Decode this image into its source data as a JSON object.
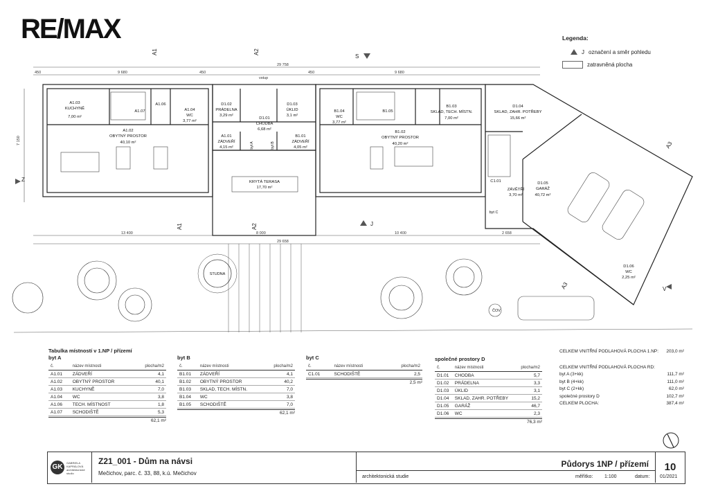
{
  "brand": {
    "logo": "RE/MAX"
  },
  "legend": {
    "title": "Legenda:",
    "items": [
      {
        "symbol": "J",
        "text": "označení a směr pohledu"
      },
      {
        "symbol": "",
        "text": "zatravněná plocha"
      }
    ]
  },
  "plan": {
    "dims": {
      "total_top": "29 758",
      "left_top": "9 680",
      "stub_top": "450",
      "right_top": "9 680",
      "left_small": "450",
      "mid_small": "450",
      "height": "7 150",
      "bottom_left": "13 400",
      "bottom_mid": "8 000",
      "bottom_right": "10 400",
      "bottom_total": "29 658",
      "bottom_right2": "2 658",
      "vstup": "vstup"
    },
    "sections": {
      "a1": "A1",
      "a2": "A2",
      "a3": "A3",
      "s": "S",
      "j": "J",
      "z": "Z",
      "v": "V"
    },
    "rooms": [
      {
        "id": "A1.03",
        "name": "KUCHYNĚ",
        "area": "7,00 m²"
      },
      {
        "id": "A1.07",
        "name": "",
        "area": ""
      },
      {
        "id": "A1.06",
        "name": "",
        "area": ""
      },
      {
        "id": "A1.04",
        "name": "WC",
        "area": "3,77 m²"
      },
      {
        "id": "A1.02",
        "name": "OBYTNÝ PROSTOR",
        "area": "40,10 m²"
      },
      {
        "id": "A1.01",
        "name": "ZÁDVEŘÍ",
        "area": "4,15 m²"
      },
      {
        "id": "D1.02",
        "name": "PRÁDELNA",
        "area": "3,29 m²"
      },
      {
        "id": "D1.01",
        "name": "CHODBA",
        "area": "6,68 m²"
      },
      {
        "id": "D1.03",
        "name": "ÚKLID",
        "area": "3,1 m²"
      },
      {
        "id": "B1.01",
        "name": "ZÁDVEŘÍ",
        "area": "4,05 m²"
      },
      {
        "id": "B1.04",
        "name": "WC",
        "area": "3,77 m²"
      },
      {
        "id": "B1.05",
        "name": "",
        "area": ""
      },
      {
        "id": "B1.03",
        "name": "SKLAD, TECH. MÍSTN.",
        "area": "7,00 m²"
      },
      {
        "id": "B1.02",
        "name": "OBYTNÝ PROSTOR",
        "area": "40,20 m²"
      },
      {
        "id": "D1.04",
        "name": "SKLAD, ZAHR. POTŘEBY",
        "area": "15,66 m²"
      },
      {
        "id": "C1.01",
        "name": "",
        "area": ""
      },
      {
        "id": "",
        "name": "ZÁVĚTŘÍ",
        "area": "3,70 m²"
      },
      {
        "id": "D1.05",
        "name": "GARÁŽ",
        "area": "40,72 m²"
      },
      {
        "id": "D1.06",
        "name": "WC",
        "area": "2,25 m²"
      },
      {
        "id": "",
        "name": "KRYTÁ TERASA",
        "area": "17,70 m²"
      }
    ],
    "labels": {
      "studna": "STUDNA",
      "cov": "ČOV",
      "bytc": "byt C",
      "byta": "byt A",
      "bytb": "byt B"
    }
  },
  "tables": {
    "title": "Tabulka místností v 1.NP / přízemí",
    "col_no": "č.",
    "col_name": "název místnosti",
    "col_area": "plocha/m2",
    "a": {
      "heading": "byt A",
      "rows": [
        [
          "A1.01",
          "ZÁDVEŘÍ",
          "4,1"
        ],
        [
          "A1.02",
          "OBYTNÝ PROSTOR",
          "40,1"
        ],
        [
          "A1.03",
          "KUCHYNĚ",
          "7,0"
        ],
        [
          "A1.04",
          "WC",
          "3,8"
        ],
        [
          "A1.06",
          "TECH. MÍSTNOST",
          "1,8"
        ],
        [
          "A1.07",
          "SCHODIŠTĚ",
          "5,3"
        ]
      ],
      "total": "62,1 m²"
    },
    "b": {
      "heading": "byt B",
      "rows": [
        [
          "B1.01",
          "ZÁDVEŘÍ",
          "4,1"
        ],
        [
          "B1.02",
          "OBYTNÝ PROSTOR",
          "40,2"
        ],
        [
          "B1.03",
          "SKLAD, TECH. MÍSTN.",
          "7,0"
        ],
        [
          "B1.04",
          "WC",
          "3,8"
        ],
        [
          "B1.05",
          "SCHODIŠTĚ",
          "7,0"
        ]
      ],
      "total": "62,1 m²"
    },
    "c": {
      "heading": "byt C",
      "rows": [
        [
          "C1.01",
          "SCHODIŠTĚ",
          "2,5"
        ]
      ],
      "total": "2,5 m²"
    },
    "d": {
      "heading": "společné prostory D",
      "rows": [
        [
          "D1.01",
          "CHODBA",
          "5,7"
        ],
        [
          "D1.02",
          "PRÁDELNA",
          "3,3"
        ],
        [
          "D1.03",
          "ÚKLID",
          "3,1"
        ],
        [
          "D1.04",
          "SKLAD, ZAHR. POTŘEBY",
          "15,2"
        ],
        [
          "D1.05",
          "GARÁŽ",
          "46,7"
        ],
        [
          "D1.06",
          "WC",
          "2,3"
        ]
      ],
      "total": "76,3 m²"
    }
  },
  "summary": {
    "line1_label": "CELKEM VNITŘNÍ PODLAHOVÁ PLOCHA 1.NP:",
    "line1_value": "203,0 m²",
    "line2_label": "CELKEM VNITŘNÍ PODLAHOVÁ PLOCHA RD:",
    "rows": [
      [
        "byt A (3+kk)",
        "111,7 m²"
      ],
      [
        "byt B (4+kk)",
        "111,0 m²"
      ],
      [
        "byt C (2+kk)",
        "62,0 m²"
      ],
      [
        "společné prostory D",
        "102,7 m²"
      ],
      [
        "CELKEM PLOCHA:",
        "387,4 m²"
      ]
    ]
  },
  "titleblock": {
    "firm": "GABRIELA KAPRÁLOVÁ architektonické studio",
    "initials": "GK",
    "project": "Z21_001 - Dům na návsi",
    "address": "Mečichov, parc. č. 33, 88, k.ú. Mečichov",
    "sheet": "Půdorys 1NP / přízemí",
    "studio": "architektonická studie",
    "scale_label": "měřítko:",
    "scale": "1:100",
    "date_label": "datum:",
    "date": "01/2021",
    "number": "10"
  }
}
